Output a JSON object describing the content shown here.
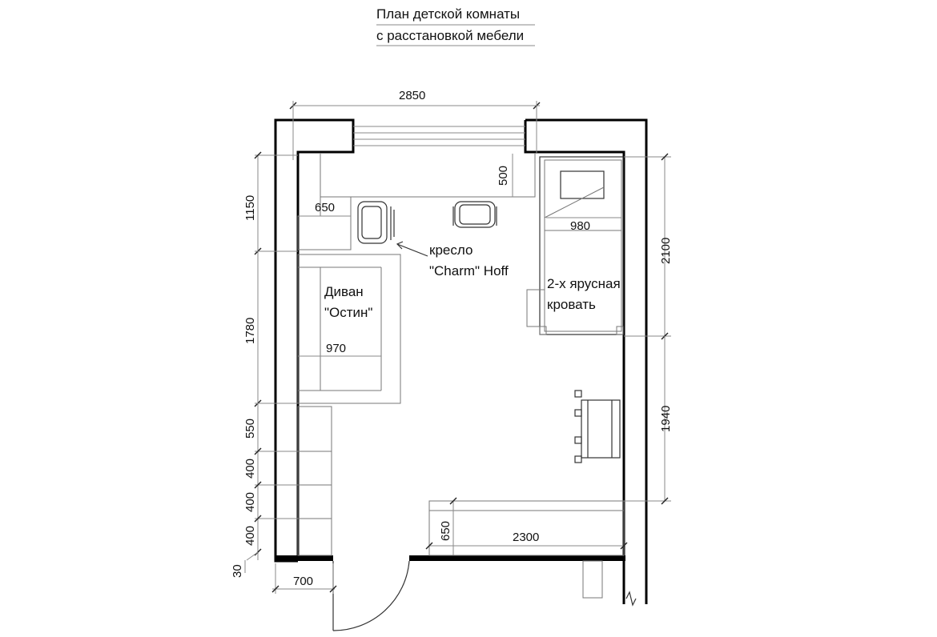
{
  "title": {
    "line1": "План детской комнаты",
    "line2": "с расстановкой мебели"
  },
  "dimensions": {
    "top_width": "2850",
    "window_sill": "500",
    "left_top": "1150",
    "desk_depth": "650",
    "bed_width": "980",
    "right_bed": "2100",
    "left_sofa": "1780",
    "sofa_width": "970",
    "right_lower": "1940",
    "left_550": "550",
    "left_400_a": "400",
    "left_400_b": "400",
    "left_400_c": "400",
    "left_30": "30",
    "door_700": "700",
    "wardrobe_depth": "650",
    "wardrobe_len": "2300"
  },
  "labels": {
    "armchair_line1": "кресло",
    "armchair_line2": "\"Charm\" Hoff",
    "sofa_line1": "Диван",
    "sofa_line2": "\"Остин\"",
    "bed_line1": "2-х ярусная",
    "bed_line2": "кровать"
  }
}
